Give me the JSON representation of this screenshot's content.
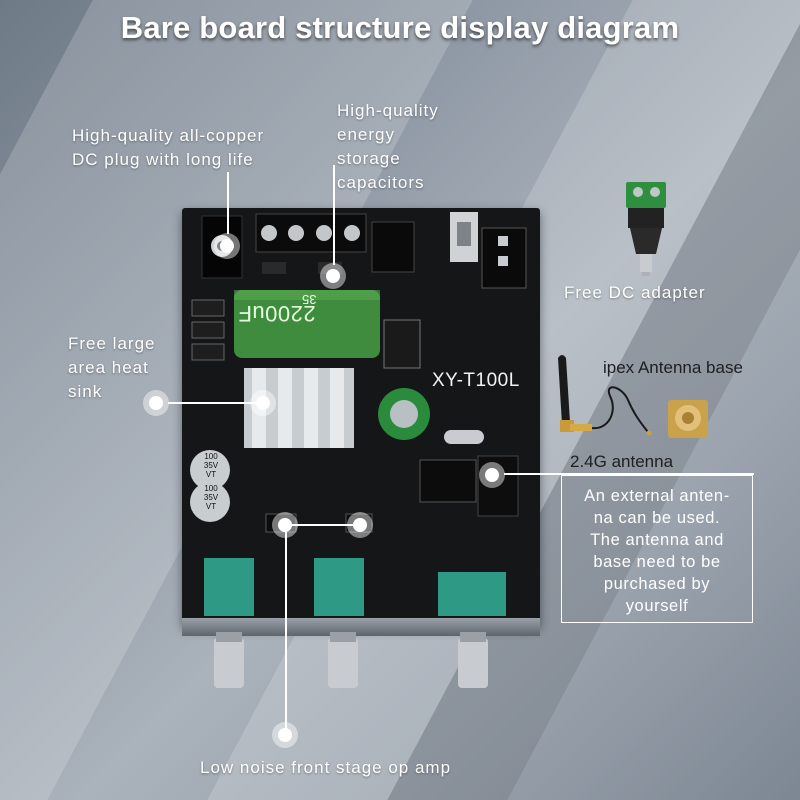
{
  "title": "Bare board structure display diagram",
  "board": {
    "model": "XY-T100L"
  },
  "labels": {
    "dc_plug": [
      "High-quality all-copper",
      "DC plug with long life"
    ],
    "capacitors": [
      "High-quality",
      "energy",
      "storage",
      "capacitors"
    ],
    "dc_adapter": "Free DC adapter",
    "heat_sink": [
      "Free large",
      "area heat",
      "sink"
    ],
    "antenna_base": "ipex Antenna base",
    "antenna": "2.4G antenna",
    "antenna_note": [
      "An external anten-",
      "na can be used.",
      "The antenna and",
      "base need to be",
      "purchased by",
      "yourself"
    ],
    "op_amp": "Low noise front stage op amp"
  },
  "components": {
    "cap_value": "2200uF",
    "cap_voltage": "35",
    "small_cap_1": [
      "100",
      "35V",
      "VT"
    ],
    "small_cap_2": [
      "100",
      "35V",
      "VT"
    ]
  },
  "colors": {
    "board": "#141618",
    "capacitor": "#3f8c3e",
    "knob_base": "#2e9a86",
    "label_white": "#ffffff"
  }
}
